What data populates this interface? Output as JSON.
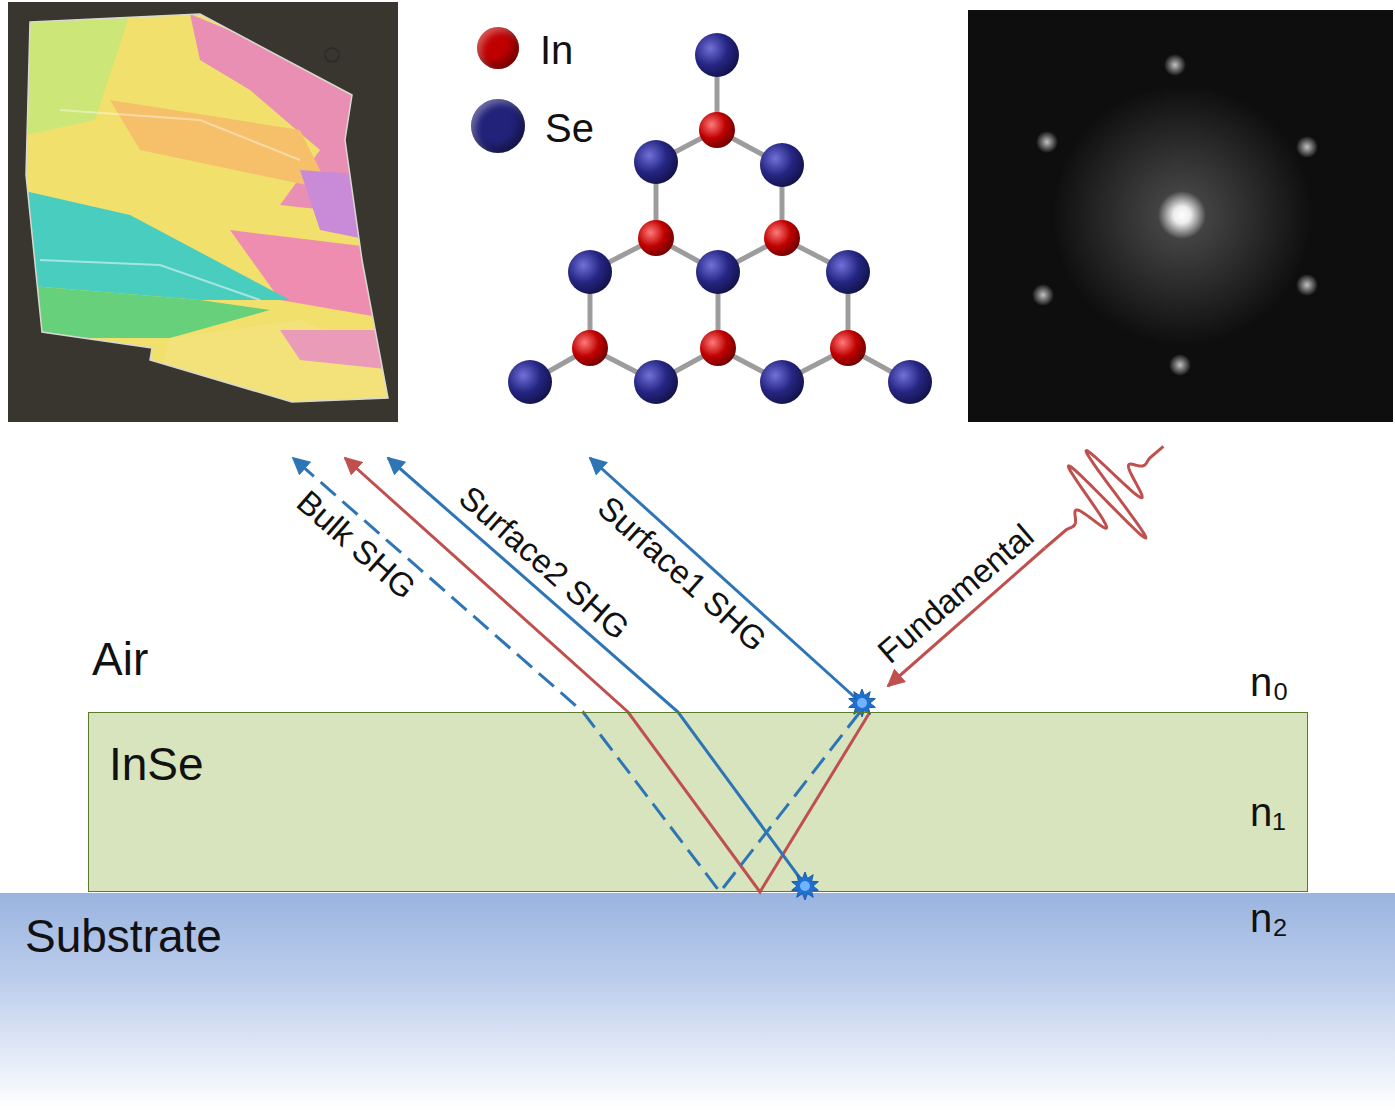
{
  "diagram": {
    "nodes": [
      {
        "text": [
          "InSe"
        ]
      },
      {
        "text": [
          "Substrate"
        ]
      }
    ],
    "labels": [
      "Air",
      "Bulk SHG",
      "Surface2 SHG",
      "Surface1 SHG",
      "Fundamental",
      "n₀",
      "n₁",
      "n₂"
    ],
    "legend": [
      {
        "text": "In",
        "color": "#c00000"
      },
      {
        "text": "Se",
        "color": "#22227a"
      }
    ]
  }
}
